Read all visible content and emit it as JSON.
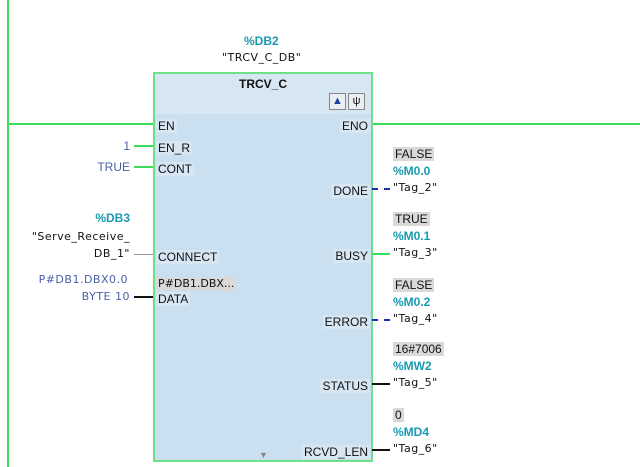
{
  "instance": {
    "address": "%DB2",
    "name": "\"TRCV_C_DB\""
  },
  "block": {
    "title": "TRCV_C",
    "icons": [
      "online-monitor-icon",
      "diagnostics-stethoscope-icon"
    ]
  },
  "inputs": [
    {
      "pin": "EN"
    },
    {
      "pin": "EN_R",
      "value": "1"
    },
    {
      "pin": "CONT",
      "value": "TRUE"
    },
    {
      "pin": "CONNECT",
      "address": "%DB3",
      "name_line1": "\"Serve_Receive_",
      "name_line2": "DB_1\""
    },
    {
      "pin": "DATA",
      "value_line1": "P#DB1.DBX0.0",
      "value_line2": "BYTE 10",
      "monitor": "P#DB1.DBX..."
    }
  ],
  "outputs": [
    {
      "pin": "ENO"
    },
    {
      "pin": "DONE",
      "monitor": "FALSE",
      "address": "%M0.0",
      "tag": "\"Tag_2\""
    },
    {
      "pin": "BUSY",
      "monitor": "TRUE",
      "address": "%M0.1",
      "tag": "\"Tag_3\""
    },
    {
      "pin": "ERROR",
      "monitor": "FALSE",
      "address": "%M0.2",
      "tag": "\"Tag_4\""
    },
    {
      "pin": "STATUS",
      "monitor": "16#7006",
      "address": "%MW2",
      "tag": "\"Tag_5\""
    },
    {
      "pin": "RCVD_LEN",
      "monitor": "0",
      "address": "%MD4",
      "tag": "\"Tag_6\""
    }
  ],
  "colors": {
    "power_flow": "#3ddc5a",
    "no_flow": "#1a2fb0",
    "address": "#1a9ab0"
  }
}
